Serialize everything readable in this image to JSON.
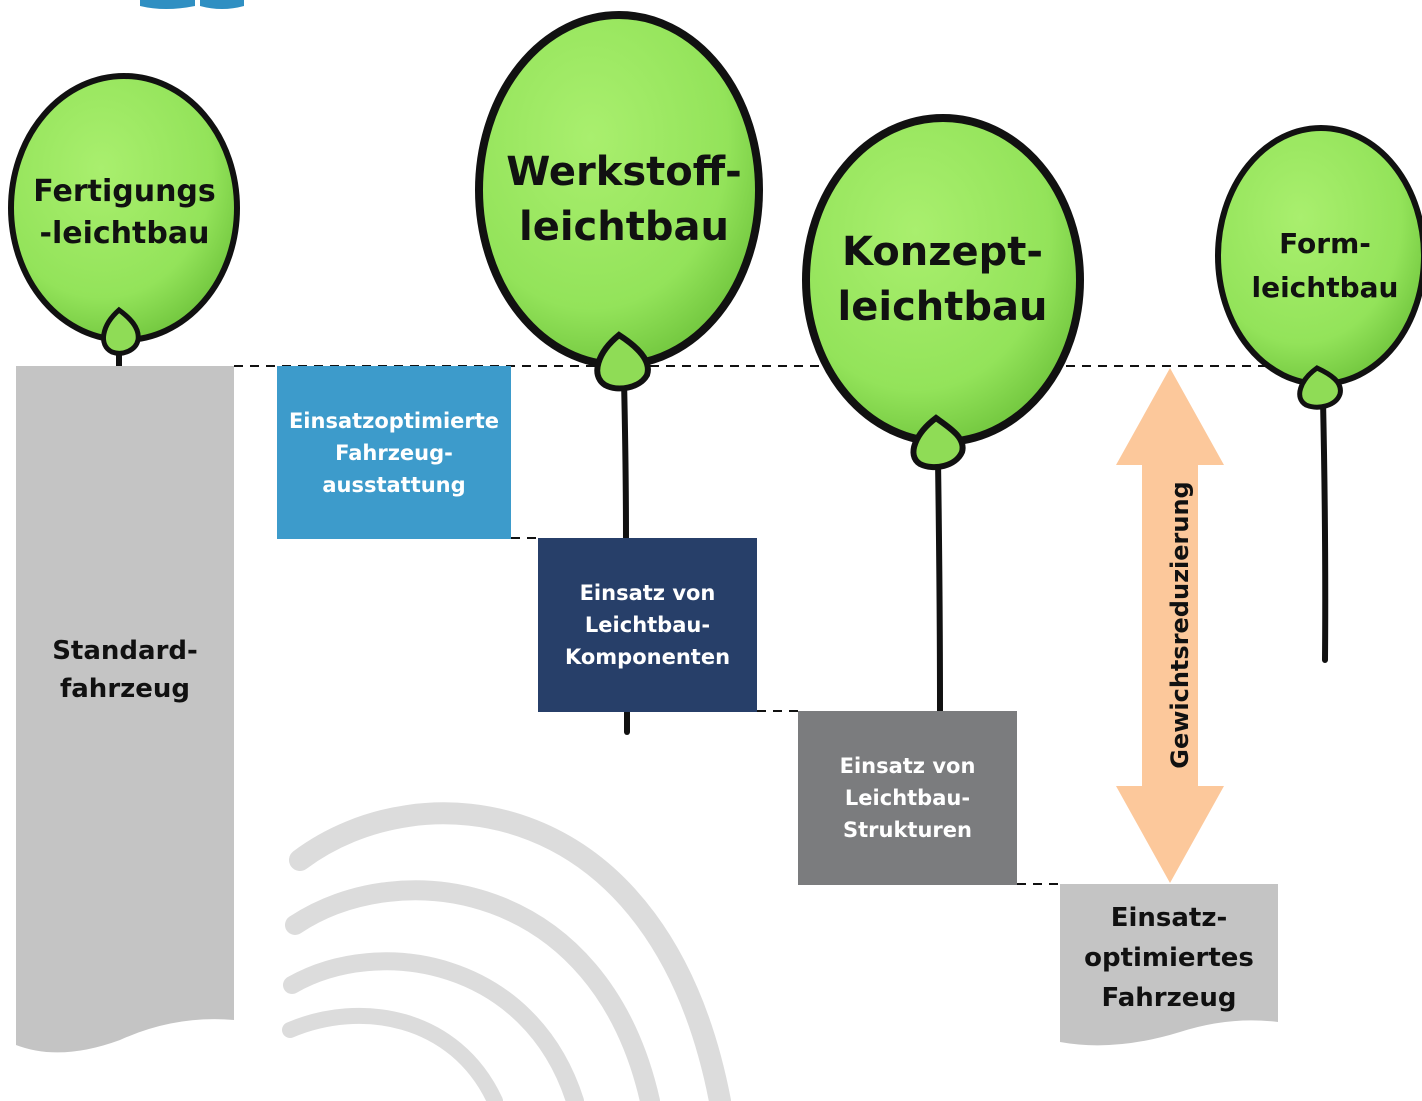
{
  "balloons": [
    {
      "id": "fertigung",
      "label": "Fertigungs\n-leichtbau"
    },
    {
      "id": "werkstoff",
      "label": "Werkstoff-\nleichtbau"
    },
    {
      "id": "konzept",
      "label": "Konzept-\nleichtbau"
    },
    {
      "id": "form",
      "label": "Form-\nleichtbau"
    }
  ],
  "boxes": {
    "standard": "Standard-\nfahrzeug",
    "ausstattung": "Einsatzoptimierte\nFahrzeug-\nausstattung",
    "komponenten": "Einsatz von\nLeichtbau-\nKomponenten",
    "strukturen": "Einsatz von\nLeichtbau-\nStrukturen",
    "optimiert": "Einsatz-\noptimiertes\nFahrzeug"
  },
  "arrow_label": "Gewichtsreduzierung",
  "colors": {
    "balloon": "#93e35a",
    "balloon_dark": "#6fc43c",
    "grey_box": "#c4c4c4",
    "light_blue_box": "#3d9bcb",
    "navy_box": "#273f69",
    "dark_grey_box": "#7b7c7e",
    "arrow": "#fcc89b",
    "title_fragment": "#2f8fc2"
  }
}
